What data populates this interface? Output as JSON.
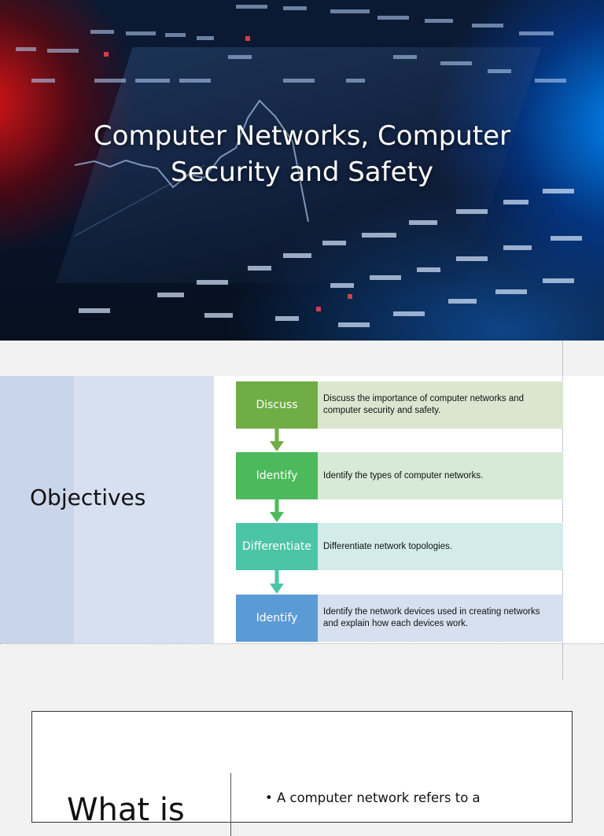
{
  "slide1": {
    "title": "Computer Networks, Computer\nSecurity and Safety"
  },
  "slide2": {
    "heading": "Objectives",
    "items": [
      {
        "label": "Discuss",
        "description": "Discuss the importance of computer networks and computer security and safety.",
        "label_color": "#70ad47",
        "desc_color": "#dbe6d0"
      },
      {
        "label": "Identify",
        "description": "Identify the types of computer networks.",
        "label_color": "#4cba5c",
        "desc_color": "#d6ead6"
      },
      {
        "label": "Differentiate",
        "description": "Differentiate network topologies.",
        "label_color": "#4bc5a6",
        "desc_color": "#d3ece9"
      },
      {
        "label": "Identify",
        "description": "Identify the network devices used in creating networks and explain how each devices work.",
        "label_color": "#5b9bd5",
        "desc_color": "#d6e0ee"
      }
    ]
  },
  "slide3": {
    "heading_partial": "What is",
    "bullet": "• A computer network refers to a"
  }
}
